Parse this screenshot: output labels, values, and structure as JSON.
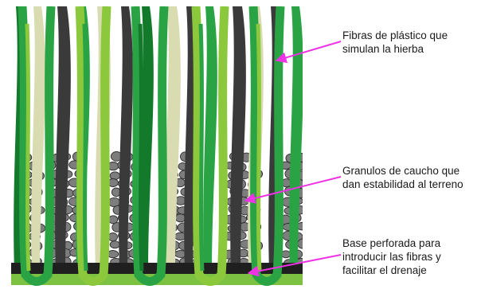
{
  "labels": {
    "fibers": "Fibras de plástico que\nsimulan la hierba",
    "granules": "Granulos de caucho que\ndan estabilidad al terreno",
    "base": "Base perforada para\nintroducir las fibras y\nfacilitar el drenaje"
  },
  "colors": {
    "arrow": "#ee32e6",
    "dark_green": "#137a2c",
    "mid_green": "#2aa345",
    "light_green": "#8bc83b",
    "pale_fiber": "#d8dcb0",
    "dark_fiber": "#3a3a3a",
    "granule": "#7d7d7d",
    "base": "#1f1f1f"
  }
}
